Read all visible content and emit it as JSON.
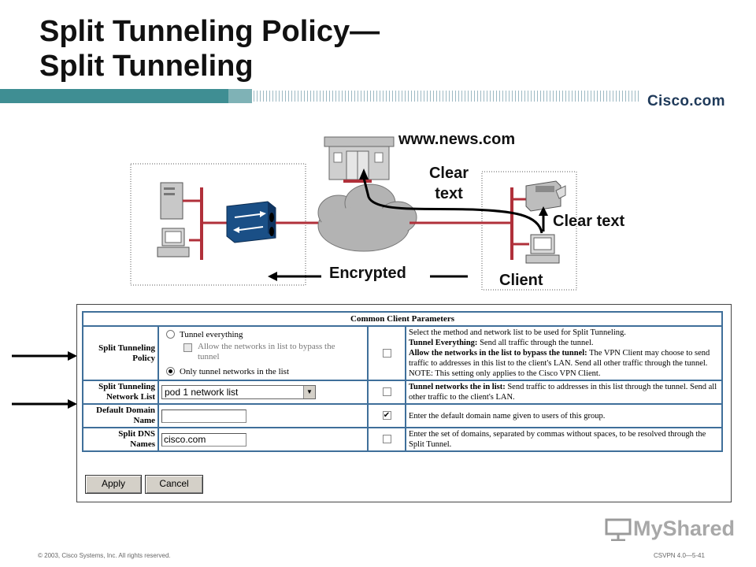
{
  "slide": {
    "title_line1": "Split Tunneling Policy—",
    "title_line2": "Split Tunneling",
    "brand": "Cisco.com",
    "footer_left": "© 2003, Cisco Systems, Inc. All rights reserved.",
    "footer_right": "CSVPN 4.0—5-41",
    "logo_text": "MyShared"
  },
  "diagram": {
    "site_label": "www.news.com",
    "clear_text_1_line1": "Clear",
    "clear_text_1_line2": "text",
    "clear_text_2": "Clear text",
    "encrypted_label": "Encrypted",
    "client_label": "Client"
  },
  "panel": {
    "header": "Common Client Parameters",
    "rows": [
      {
        "label_line1": "Split Tunneling",
        "label_line2": "Policy",
        "option1": "Tunnel everything",
        "option2_line1": "Allow the networks in list to bypass the",
        "option2_line2": "tunnel",
        "option3": "Only tunnel networks in the list",
        "description_bold1": "Tunnel Everything:",
        "description_intro": "Select the method and network list to be used for Split Tunneling.",
        "description_text1": " Send all traffic through the tunnel.",
        "description_bold2": "Allow the networks in the list to bypass the tunnel:",
        "description_text2": " The VPN Client may choose to send traffic to addresses in this list to the client's LAN. Send all other traffic through the tunnel. NOTE: This setting only applies to the Cisco VPN Client.",
        "checked": false
      },
      {
        "label_line1": "Split Tunneling",
        "label_line2": "Network List",
        "select_value": "pod 1 network list",
        "description_bold": "Tunnel networks the in list:",
        "description_text": " Send traffic to addresses in this list through the tunnel. Send all other traffic to the client's LAN.",
        "checked": false
      },
      {
        "label_line1": "Default Domain",
        "label_line2": "Name",
        "input_value": "",
        "description": "Enter the default domain name given to users of this group.",
        "checked": true
      },
      {
        "label_line1": "Split DNS",
        "label_line2": "Names",
        "input_value": "cisco.com",
        "description": "Enter the set of domains, separated by commas without spaces, to be resolved through the Split Tunnel.",
        "checked": false
      }
    ],
    "apply_label": "Apply",
    "cancel_label": "Cancel"
  },
  "colors": {
    "band_teal": "#3f8e93",
    "table_border": "#3f6f9a",
    "cloud": "#b3b3b3",
    "red_line": "#b0303a",
    "firewall_blue": "#1a4f86"
  }
}
